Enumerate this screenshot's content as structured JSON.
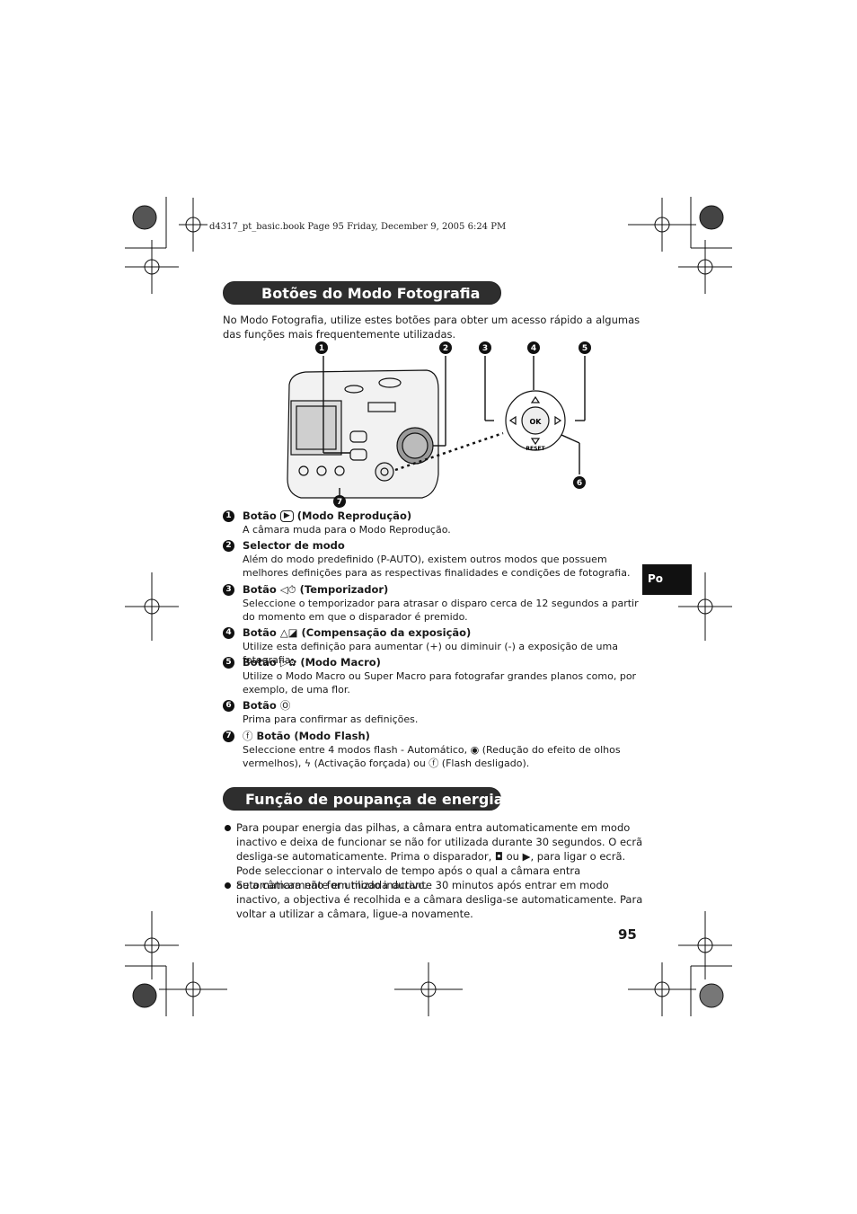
{
  "header": "d4317_pt_basic.book  Page 95  Friday, December 9, 2005  6:24 PM",
  "section1": {
    "title": "Botões do Modo Fotografia",
    "intro": "No Modo Fotografia, utilize estes botões para obter um acesso rápido a algumas das funções mais frequentemente utilizadas."
  },
  "figure": {
    "callouts": [
      "1",
      "2",
      "3",
      "4",
      "5",
      "6",
      "7"
    ],
    "ok_label": "OK",
    "reset_label": "RESET"
  },
  "items": [
    {
      "num": "1",
      "title_pre": "Botão ",
      "icon": "▶",
      "title_post": " (Modo Reprodução)",
      "desc": "A câmara muda para o Modo Reprodução."
    },
    {
      "num": "2",
      "title_pre": "Selector de modo",
      "icon": "",
      "title_post": "",
      "desc": "Além do modo predefinido (P-AUTO), existem outros modos que possuem melhores definições para as respectivas finalidades e condições de fotografia."
    },
    {
      "num": "3",
      "title_pre": "Botão ",
      "icon": "◁⏱",
      "title_post": " (Temporizador)",
      "desc": "Seleccione o temporizador para atrasar o disparo cerca de 12 segundos a partir do momento em que o disparador é premido."
    },
    {
      "num": "4",
      "title_pre": "Botão ",
      "icon": "△◪",
      "title_post": " (Compensação da exposição)",
      "desc": "Utilize esta definição para aumentar (+) ou diminuir (-) a exposição de uma fotografia."
    },
    {
      "num": "5",
      "title_pre": "Botão ",
      "icon": "▷✿",
      "title_post": " (Modo Macro)",
      "desc": "Utilize o Modo Macro ou Super Macro para fotografar grandes planos como, por exemplo, de uma flor."
    },
    {
      "num": "6",
      "title_pre": "Botão ",
      "icon": "Ⓞ",
      "title_post": "",
      "desc": "Prima para confirmar as definições."
    },
    {
      "num": "7",
      "title_pre": "",
      "icon": "ⓕ",
      "title_post": " Botão (Modo Flash)",
      "desc": "Seleccione entre 4 modos flash - Automático, ◉ (Redução do efeito de olhos vermelhos), ϟ (Activação forçada) ou ⓕ (Flash desligado)."
    }
  ],
  "section2": {
    "title": "Função de poupança de energia",
    "bullets": [
      "Para poupar energia das pilhas, a câmara entra automaticamente em modo inactivo e deixa de funcionar se não for utilizada durante 30 segundos. O ecrã desliga-se automaticamente. Prima o disparador, ◘ ou ▶, para ligar o ecrã. Pode seleccionar o intervalo de tempo após o qual a câmara entra automaticamente em modo inactivo.",
      "Se a câmara não for utilizada durante 30 minutos após entrar em modo inactivo, a objectiva é recolhida e a câmara desliga-se automaticamente. Para voltar a utilizar a câmara, ligue-a novamente."
    ]
  },
  "side_tab": "Po",
  "page_number": "95"
}
